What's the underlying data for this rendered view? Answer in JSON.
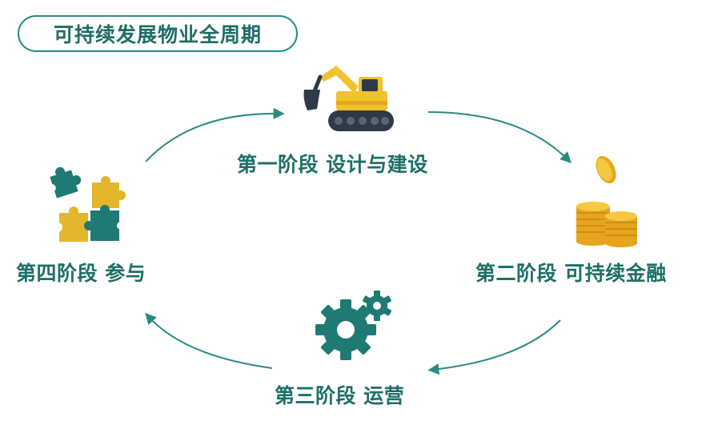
{
  "title": "可持续发展物业全周期",
  "stages": [
    {
      "label": "第一阶段 设计与建设",
      "icon": "excavator-icon"
    },
    {
      "label": "第二阶段 可持续金融",
      "icon": "coins-icon"
    },
    {
      "label": "第三阶段 运营",
      "icon": "gears-icon"
    },
    {
      "label": "第四阶段 参与",
      "icon": "puzzle-icon"
    }
  ],
  "colors": {
    "teal": "#2a8a82",
    "text": "#1e6f68",
    "yellow": "#f2c12e",
    "gold": "#e7a51f",
    "dark": "#2e3a48"
  }
}
